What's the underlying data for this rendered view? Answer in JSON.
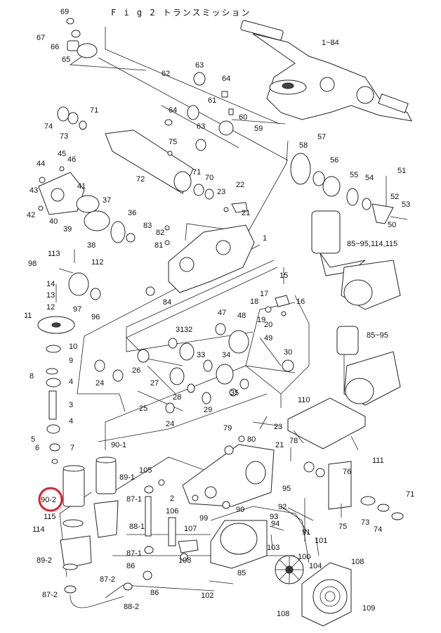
{
  "figure": {
    "title": "F i g 2 トランスミッション"
  },
  "highlight": {
    "label": "90-2",
    "color": "#e0202a"
  },
  "labels": [
    "69",
    "67",
    "66",
    "65",
    "1~84",
    "63",
    "64",
    "62",
    "61",
    "60",
    "59",
    "74",
    "73",
    "71",
    "64",
    "63",
    "75",
    "72",
    "71",
    "70",
    "23",
    "22",
    "21",
    "58",
    "57",
    "56",
    "55",
    "54",
    "51",
    "52",
    "53",
    "50",
    "44",
    "45",
    "46",
    "43",
    "41",
    "42",
    "40",
    "39",
    "37",
    "36",
    "38",
    "83",
    "82",
    "81",
    "1",
    "85~95,114,115",
    "113",
    "112",
    "98",
    "97",
    "96",
    "15",
    "84",
    "14",
    "13",
    "12",
    "18",
    "17",
    "16",
    "19",
    "20",
    "11",
    "31",
    "47",
    "48",
    "49",
    "32",
    "30",
    "10",
    "9",
    "33",
    "34",
    "26",
    "24",
    "27",
    "8",
    "4",
    "29",
    "28",
    "35",
    "3",
    "25",
    "24",
    "4",
    "85~95",
    "5",
    "6",
    "7",
    "110",
    "79",
    "80",
    "23",
    "78",
    "21",
    "111",
    "90-1",
    "89-1",
    "105",
    "76",
    "115",
    "87-1",
    "106",
    "2",
    "99",
    "99",
    "92",
    "93",
    "94",
    "95",
    "71",
    "73",
    "74",
    "114",
    "88-1",
    "107",
    "91",
    "103",
    "101",
    "89-2",
    "87-1",
    "86",
    "108",
    "100",
    "104",
    "108",
    "87-2",
    "86",
    "85",
    "102",
    "109",
    "87-2",
    "88-2",
    "108",
    "75"
  ]
}
